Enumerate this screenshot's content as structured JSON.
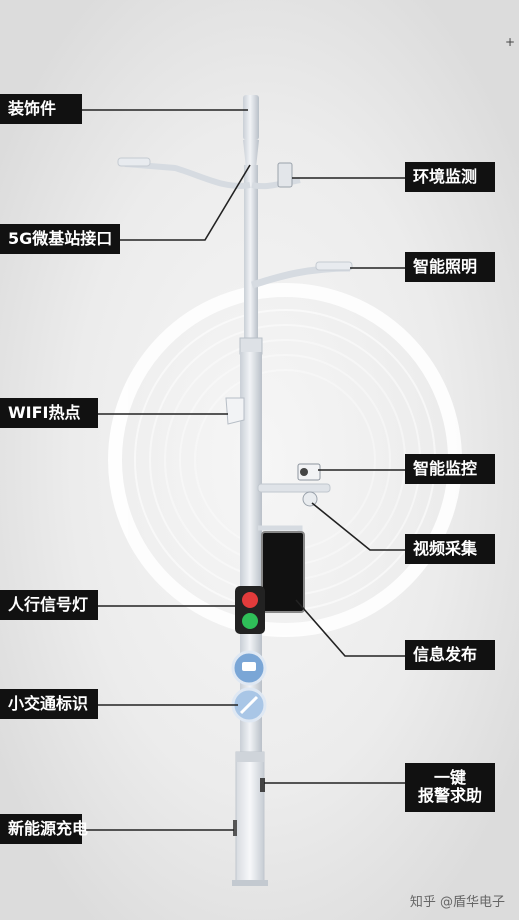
{
  "diagram": {
    "left_labels": [
      "装饰件",
      "5G微基站接口",
      "WIFI热点",
      "人行信号灯",
      "小交通标识",
      "新能源充电"
    ],
    "right_labels": [
      "环境监测",
      "智能照明",
      "智能监控",
      "视频采集",
      "信息发布",
      "一键",
      "报警求助"
    ]
  },
  "watermark": "知乎 @盾华电子",
  "colors": {
    "label_bg": "#111111",
    "label_text": "#ffffff",
    "pole": "#dfe3e8",
    "signal_red": "#e23b3b",
    "signal_green": "#2fbf58",
    "sign_blue": "#7aa6d6"
  }
}
